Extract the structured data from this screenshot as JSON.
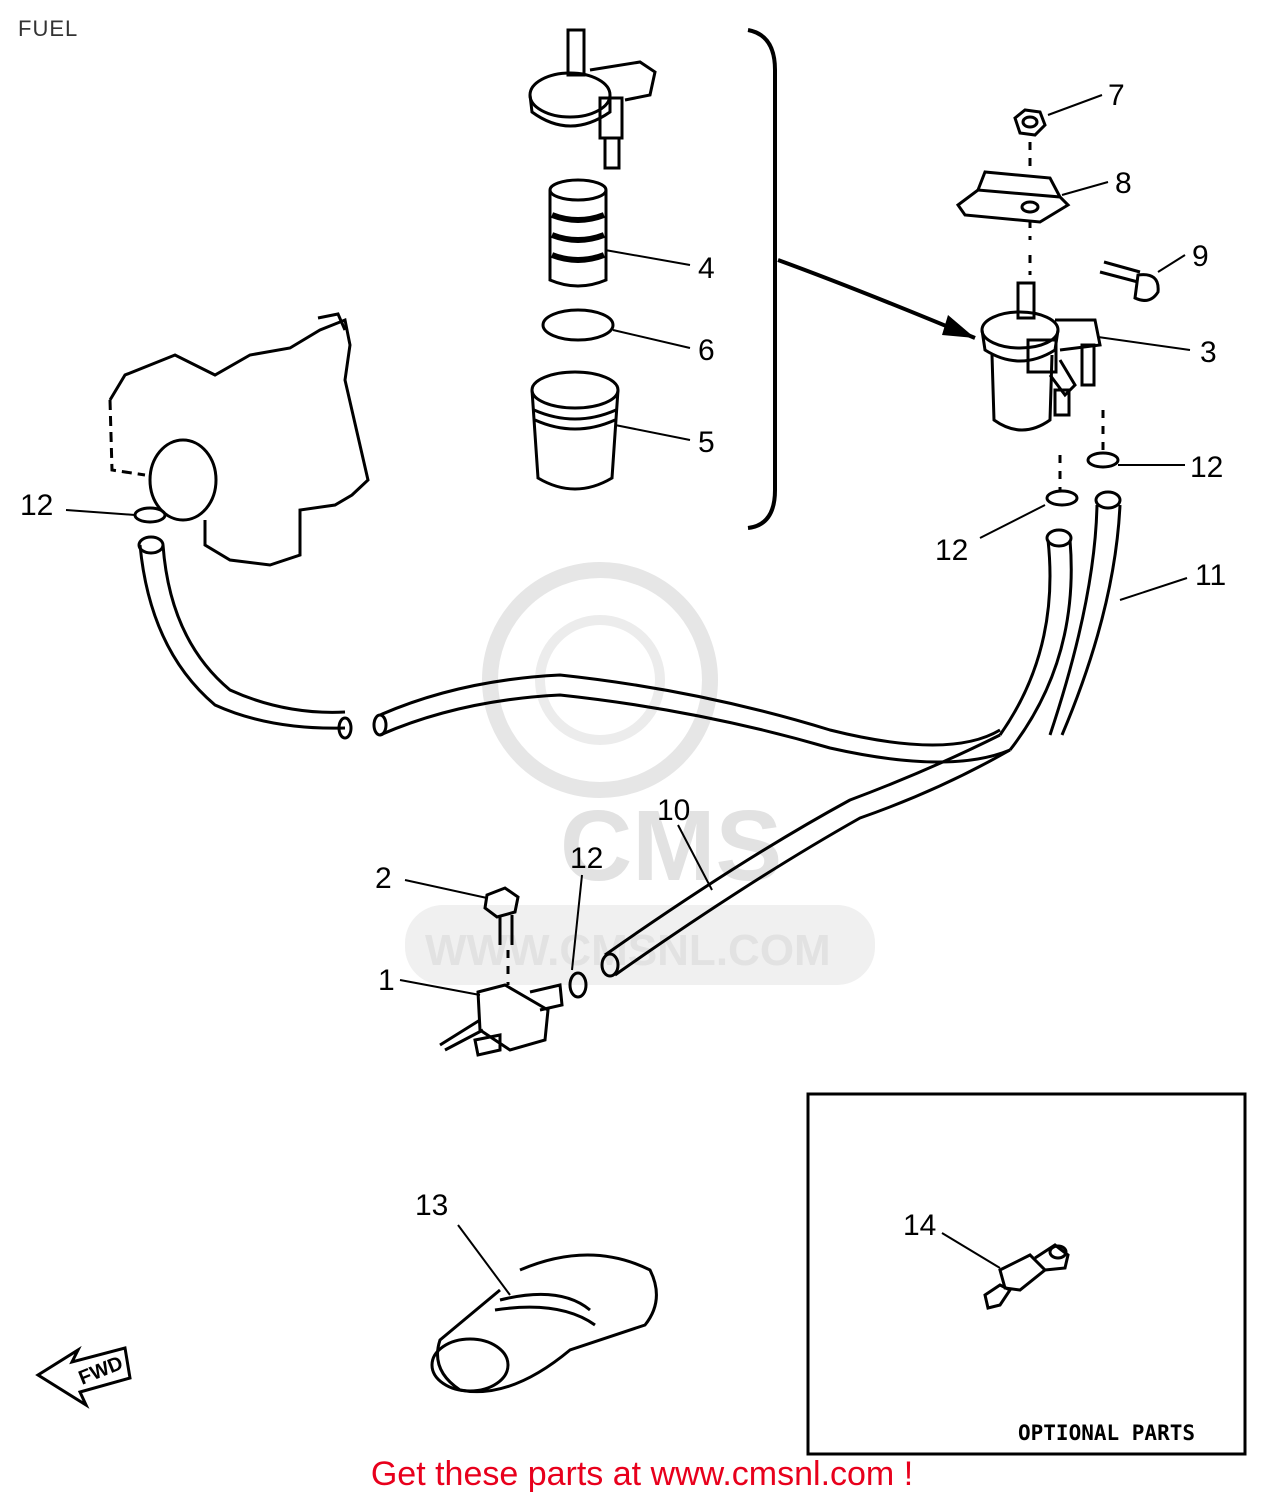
{
  "page": {
    "title": "FUEL"
  },
  "callouts": {
    "c1": "1",
    "c2": "2",
    "c3": "3",
    "c4": "4",
    "c5": "5",
    "c6": "6",
    "c7": "7",
    "c8": "8",
    "c9": "9",
    "c10": "10",
    "c11": "11",
    "c12a": "12",
    "c12b": "12",
    "c12c": "12",
    "c12d": "12",
    "c13": "13",
    "c14": "14"
  },
  "optional_box": {
    "label": "OPTIONAL PARTS"
  },
  "fwd_arrow": {
    "label": "FWD"
  },
  "watermark": {
    "brand": "CMS",
    "url": "WWW.CMSNL.COM"
  },
  "footer": {
    "text": "Get these parts at www.cmsnl.com !"
  },
  "colors": {
    "footer": "#e8001c",
    "line": "#000000",
    "watermark": "#e2e2e2"
  }
}
